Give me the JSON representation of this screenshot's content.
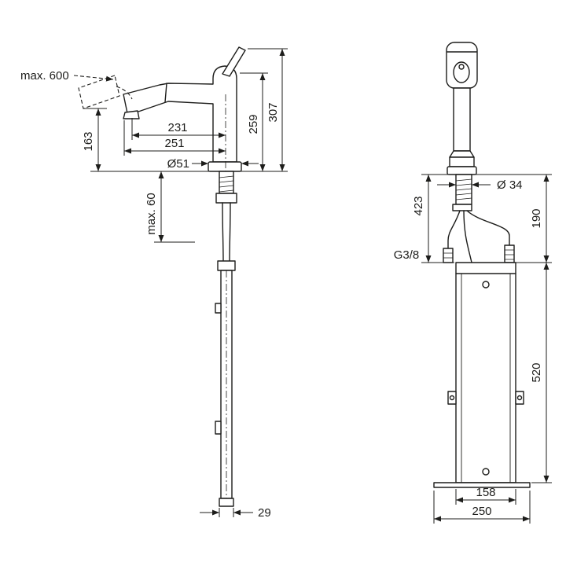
{
  "ink": "#1d1d1b",
  "drawing": {
    "left_view": {
      "dims": {
        "hose_extension": "max. 600",
        "outlet_height": "163",
        "spout_reach": "231",
        "spray_reach": "251",
        "base_diameter": "Ø51",
        "body_height": "259",
        "total_height": "307",
        "deck_thickness": "max. 60",
        "box_depth": "29"
      }
    },
    "right_view": {
      "dims": {
        "shank_diameter": "Ø 34",
        "hose_length": "423",
        "connection_drop": "190",
        "thread": "G3/8",
        "box_height": "520",
        "box_width": "158",
        "plate_width": "250"
      }
    }
  }
}
